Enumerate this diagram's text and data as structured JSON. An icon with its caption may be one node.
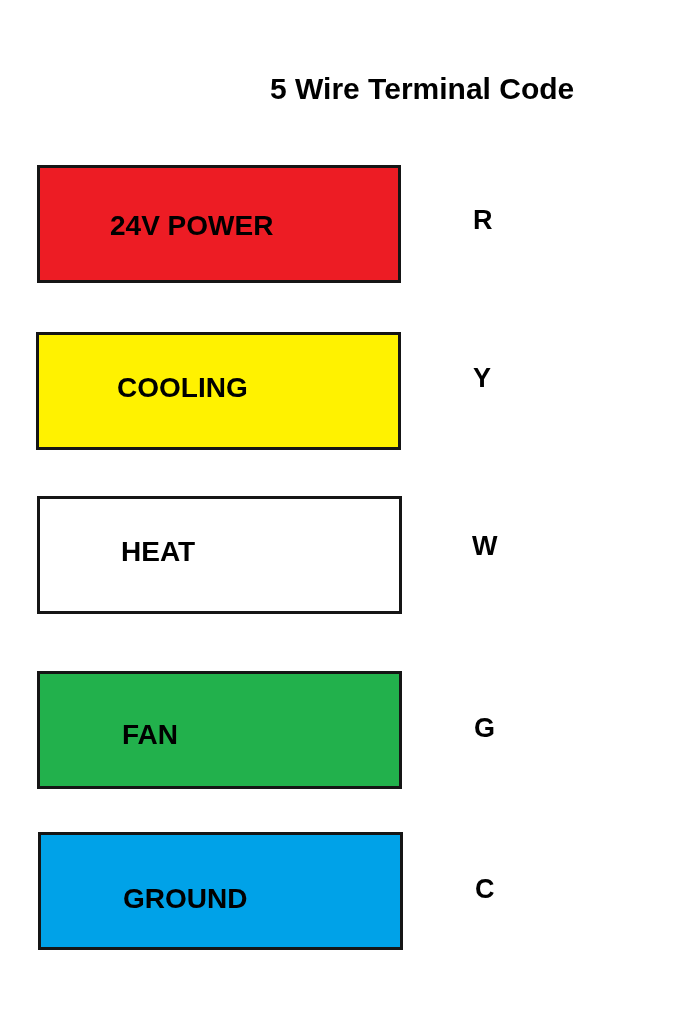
{
  "diagram": {
    "title": "5 Wire Terminal Code",
    "nodes": [
      {
        "text": [
          "24V POWER"
        ],
        "beside": [
          "R"
        ]
      },
      {
        "text": [
          "COOLING"
        ],
        "beside": [
          "Y"
        ]
      },
      {
        "text": [
          "HEAT"
        ],
        "beside": [
          "W"
        ]
      },
      {
        "text": [
          "FAN"
        ],
        "beside": [
          "G"
        ]
      },
      {
        "text": [
          "GROUND"
        ],
        "beside": [
          "C"
        ]
      }
    ]
  }
}
